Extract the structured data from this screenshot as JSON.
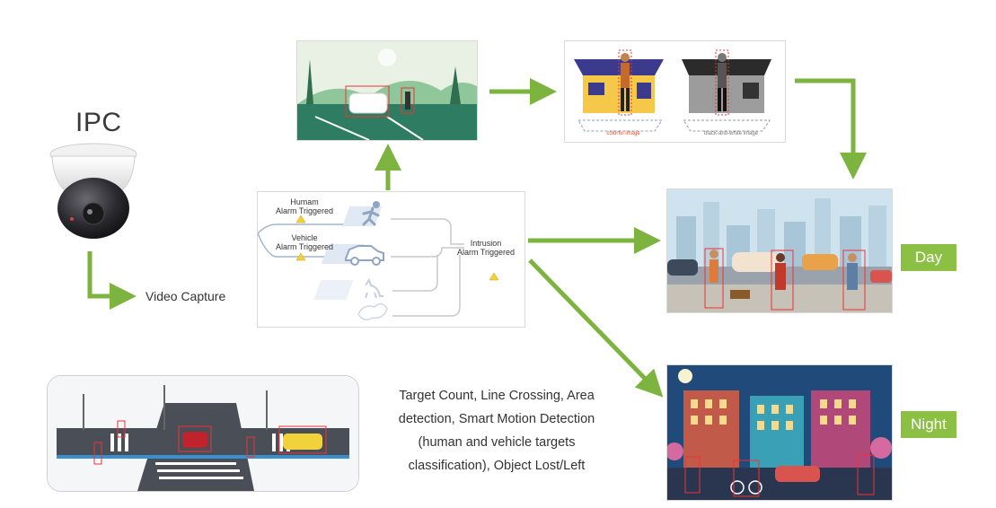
{
  "ipc_label": "IPC",
  "video_capture_label": "Video Capture",
  "alarm_panel": {
    "human_alarm": [
      "Humam",
      "Alarm Triggered"
    ],
    "vehicle_alarm": [
      "Vehicle",
      "Alarm Triggered"
    ],
    "intrusion_alarm": [
      "Intrusion",
      "Alarm Triggered"
    ]
  },
  "image_mode_panel": {
    "colorful_label": "colorful image",
    "bw_label": "black-and-white image"
  },
  "day_label": "Day",
  "night_label": "Night",
  "description_lines": [
    "Target Count, Line Crossing, Area",
    "detection, Smart Motion Detection",
    "(human and vehicle targets",
    "classification), Object Lost/Left"
  ],
  "colors": {
    "arrow_green": "#7db33f",
    "tag_green": "#8cc045"
  }
}
